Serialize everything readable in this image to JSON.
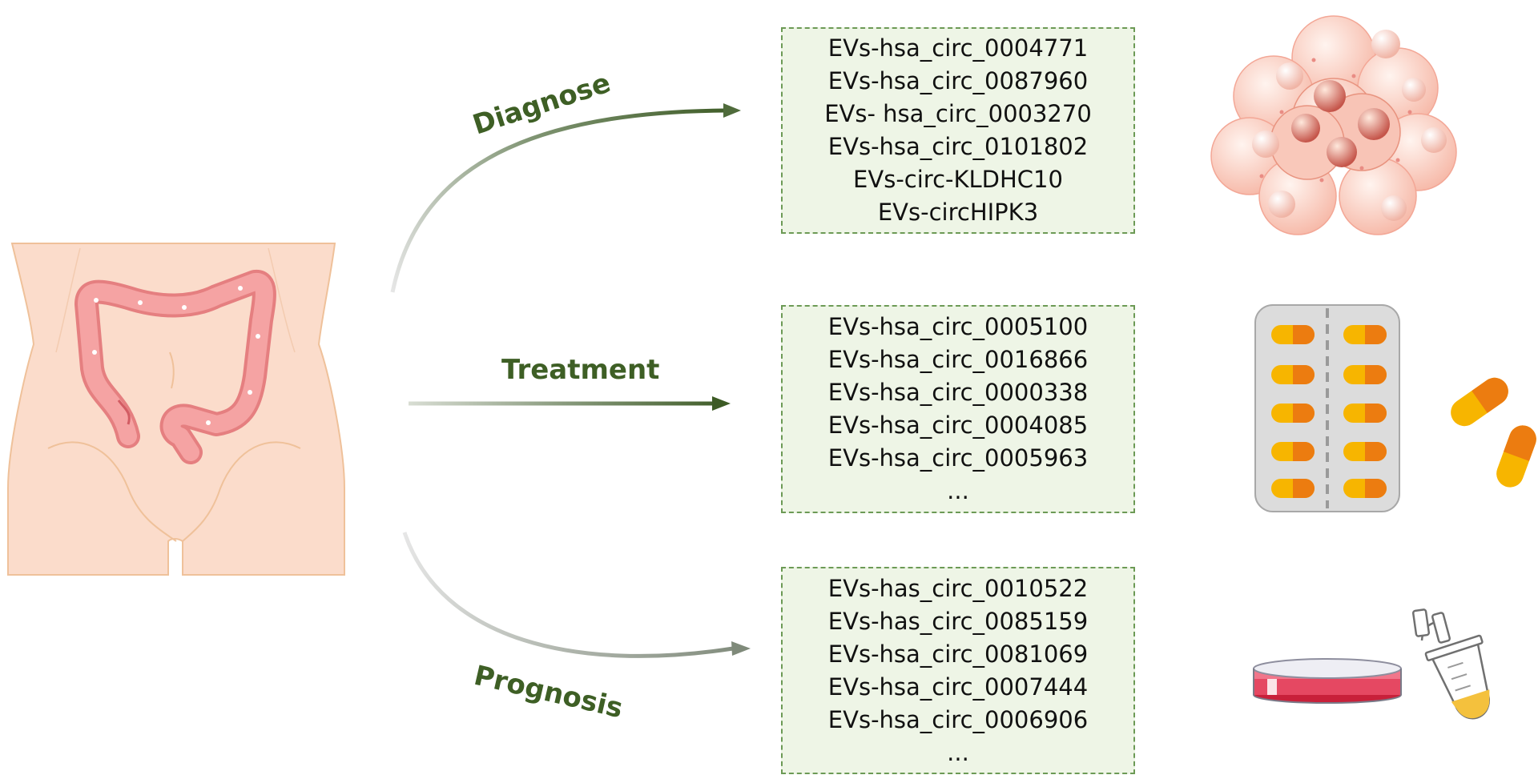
{
  "labels": {
    "diagnose": "Diagnose",
    "treatment": "Treatment",
    "prognosis": "Prognosis"
  },
  "lists": {
    "diagnose": [
      "EVs-hsa_circ_0004771",
      "EVs-hsa_circ_0087960",
      "EVs- hsa_circ_0003270",
      "EVs-hsa_circ_0101802",
      "EVs-circ-KLDHC10",
      "EVs-circHIPK3"
    ],
    "treatment": [
      "EVs-hsa_circ_0005100",
      "EVs-hsa_circ_0016866",
      "EVs-hsa_circ_0000338",
      "EVs-hsa_circ_0004085",
      "EVs-hsa_circ_0005963",
      "..."
    ],
    "prognosis": [
      "EVs-has_circ_0010522",
      "EVs-has_circ_0085159",
      "EVs-hsa_circ_0081069",
      "EVs-hsa_circ_0007444",
      "EVs-hsa_circ_0006906",
      "..."
    ]
  },
  "icons": {
    "torso": "torso-colon-icon",
    "cells": "cancer-cell-cluster-icon",
    "pills": "pill-blister-pack-icon",
    "lab": "petri-dish-tube-icon"
  },
  "colors": {
    "label_green": "#3e5f25",
    "box_fill": "#eef5e6",
    "box_border": "#6c9a55",
    "skin": "#fbdccb",
    "colon": "#f29a9a",
    "capsule_yellow": "#f7b500",
    "capsule_orange": "#ec7c10"
  }
}
